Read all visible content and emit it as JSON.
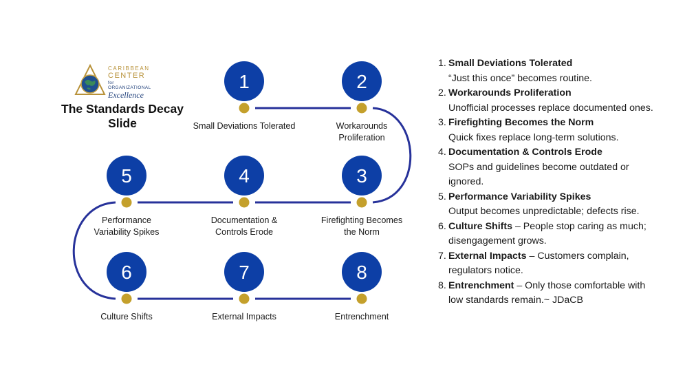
{
  "logo": {
    "line1": "CARIBBEAN",
    "line2": "CENTER",
    "line3": "for ORGANIZATIONAL",
    "line4": "Excellence",
    "icon": "globe-triangle-icon"
  },
  "title": "The Standards Decay Slide",
  "colors": {
    "circle": "#0d3fa6",
    "connector": "#27329a",
    "dot": "#c4a02c",
    "text": "#1a1a1a"
  },
  "nodes": [
    {
      "num": "1",
      "label_lines": [
        "Small Deviations Tolerated"
      ]
    },
    {
      "num": "2",
      "label_lines": [
        "Workarounds",
        "Proliferation"
      ]
    },
    {
      "num": "3",
      "label_lines": [
        "Firefighting Becomes",
        "the Norm"
      ]
    },
    {
      "num": "4",
      "label_lines": [
        "Documentation &",
        "Controls Erode"
      ]
    },
    {
      "num": "5",
      "label_lines": [
        "Performance",
        "Variability Spikes"
      ]
    },
    {
      "num": "6",
      "label_lines": [
        "Culture Shifts"
      ]
    },
    {
      "num": "7",
      "label_lines": [
        "External Impacts"
      ]
    },
    {
      "num": "8",
      "label_lines": [
        "Entrenchment"
      ]
    }
  ],
  "list": [
    {
      "num": "1.",
      "title": "Small Deviations Tolerated",
      "text": "“Just this once” becomes routine.",
      "newline": true
    },
    {
      "num": "2.",
      "title": "Workarounds Proliferation",
      "text": "Unofficial processes replace documented ones.",
      "newline": true
    },
    {
      "num": "3.",
      "title": "Firefighting Becomes the Norm",
      "text": "Quick fixes replace long-term solutions.",
      "newline": true
    },
    {
      "num": "4.",
      "title": "Documentation & Controls Erode",
      "text": "SOPs and guidelines become outdated or ignored.",
      "newline": true
    },
    {
      "num": "5.",
      "title": "Performance Variability Spikes",
      "text": "Output becomes unpredictable; defects rise.",
      "newline": true
    },
    {
      "num": "6.",
      "title": "Culture Shifts",
      "text": " – People stop caring as much; disengagement grows.",
      "newline": false
    },
    {
      "num": "7.",
      "title": "External Impacts",
      "text": " – Customers complain, regulators notice.",
      "newline": false
    },
    {
      "num": "8.",
      "title": "Entrenchment",
      "text": " – Only those comfortable with low standards remain.~ JDaCB",
      "newline": false
    }
  ]
}
